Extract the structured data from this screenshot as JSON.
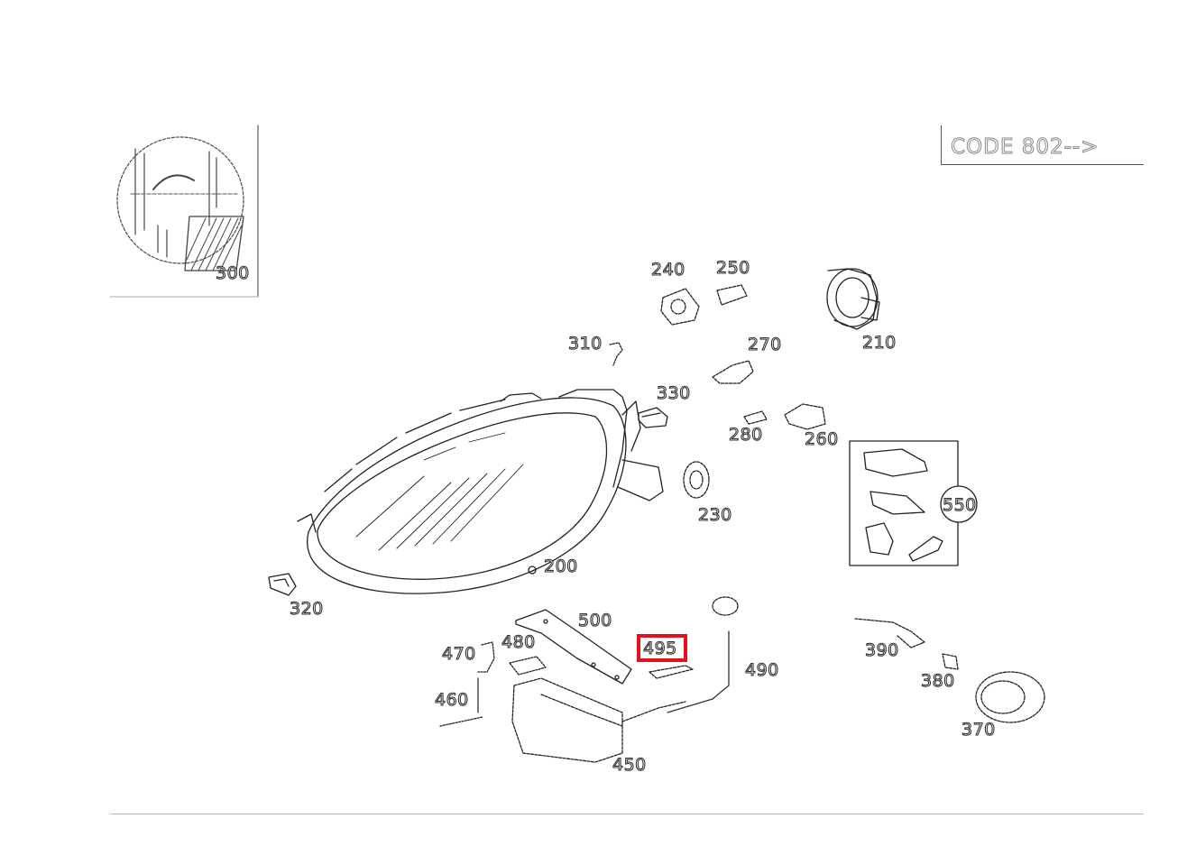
{
  "code_label": "CODE 802-->",
  "callouts": {
    "c300": "300",
    "c240": "240",
    "c250": "250",
    "c210": "210",
    "c310": "310",
    "c270": "270",
    "c330": "330",
    "c280": "280",
    "c260": "260",
    "c230": "230",
    "c550": "550",
    "c200": "200",
    "c320": "320",
    "c500": "500",
    "c480": "480",
    "c470": "470",
    "c495": "495",
    "c490": "490",
    "c390": "390",
    "c380": "380",
    "c460": "460",
    "c370": "370",
    "c450": "450"
  },
  "highlighted_part": "495",
  "highlight_color": "#e4111a"
}
